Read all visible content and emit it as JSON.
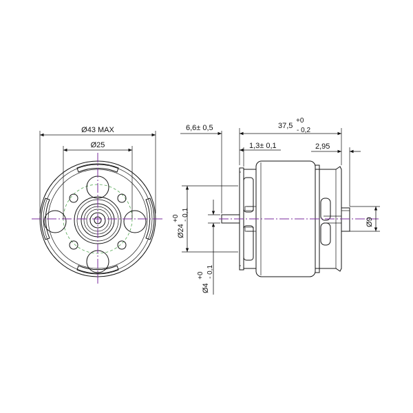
{
  "front_view": {
    "outer_diameter": "Ø43 MAX",
    "inner_diameter": "Ø25"
  },
  "side_view": {
    "total_length": "37,5",
    "total_length_tol_upper": "+0",
    "total_length_tol_lower": "- 0,2",
    "shaft_projection": "6,6± 0,5",
    "flange_thickness": "1,3± 0,1",
    "rear_length": "2,95",
    "body_diameter": "Ø24",
    "body_diameter_tol_upper": "+0",
    "body_diameter_tol_lower": "- 0,1",
    "shaft_diameter": "Ø4",
    "shaft_diameter_tol_upper": "+0",
    "shaft_diameter_tol_lower": "- 0,1",
    "rear_boss_diameter": "Ø9"
  },
  "colors": {
    "outline": "#111111",
    "center_axis": "#7a2a9e",
    "bolt_circle": "#3a9a3a"
  }
}
